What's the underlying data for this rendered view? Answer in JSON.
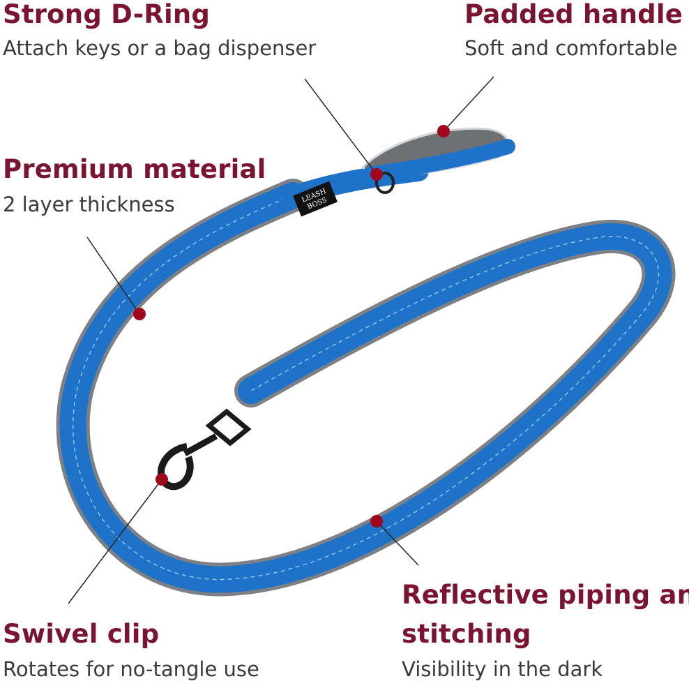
{
  "callouts": [
    {
      "id": "d-ring",
      "title": "Strong D-Ring",
      "subtitle": "Attach keys or a bag dispenser"
    },
    {
      "id": "handle",
      "title": "Padded handle",
      "subtitle": "Soft and comfortable"
    },
    {
      "id": "material",
      "title": "Premium material",
      "subtitle": "2 layer thickness"
    },
    {
      "id": "clip",
      "title": "Swivel clip",
      "subtitle": "Rotates for no-tangle use"
    },
    {
      "id": "reflective",
      "title": "Reflective piping and",
      "title_line2": "stitching",
      "subtitle": "Visibility in the dark"
    }
  ],
  "product": {
    "brand_label_line1": "LEASH",
    "brand_label_line2": "BOSS"
  },
  "colors": {
    "title": "#7a1431",
    "subtitle": "#3a3a3a",
    "leash_blue": "#1e73c8",
    "piping_gray": "#8a8d90",
    "marker": "#a0061c"
  }
}
